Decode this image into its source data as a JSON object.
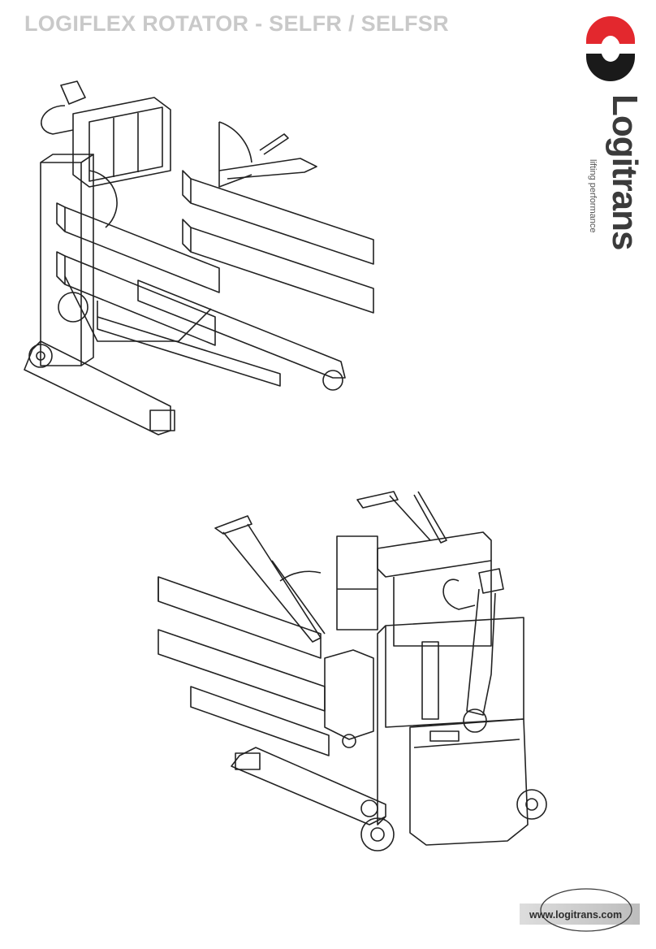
{
  "document": {
    "title": "LOGIFLEX ROTATOR - SELFR / SELFSR"
  },
  "brand": {
    "name": "Logitrans",
    "tagline": "lifting performance",
    "logo_top_color": "#e3282e",
    "logo_bottom_color": "#1a1a1a",
    "text_color": "#3b3b3b"
  },
  "footer": {
    "website": "www.logitrans.com"
  },
  "drawings": {
    "figure_1_icon": "rotator-front-view",
    "figure_2_icon": "rotator-rear-view"
  },
  "colors": {
    "title": "#c9c9c9",
    "line_art": "#222222"
  }
}
